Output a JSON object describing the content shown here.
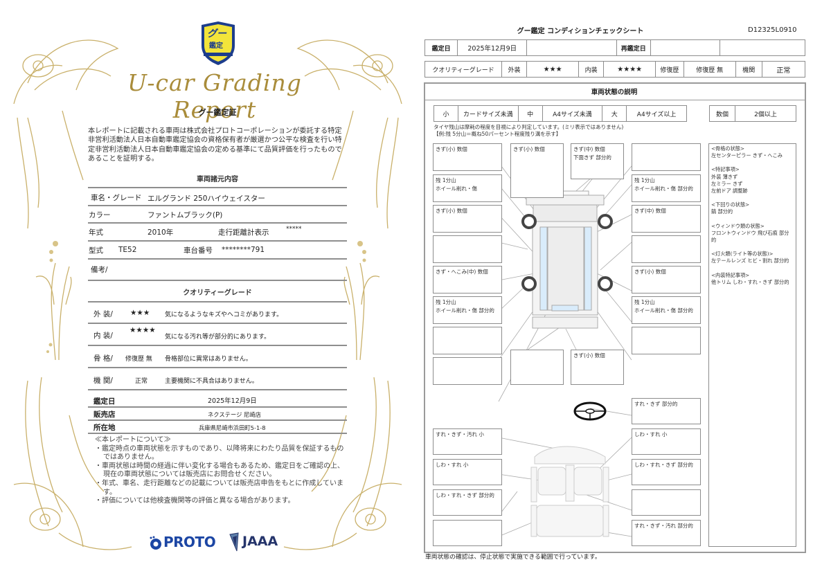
{
  "certificate": {
    "badge": {
      "line1": "グー",
      "line2": "鑑定",
      "color_bg": "#f3e43a",
      "color_border": "#1d3d8c"
    },
    "script_title": "U-car Grading Report",
    "subtitle": "グー鑑定証",
    "intro_text": "本レポートに記載される車両は株式会社プロトコーポレーションが委託する特定非営利活動法人日本自動車鑑定協会の資格保有者が厳選かつ公平な検査を行い特定非営利活動法人日本自動車鑑定協会の定める基準にて品質評価を行ったものであることを証明する。",
    "spec_section_title": "車両諸元内容",
    "specs": {
      "name_grade_label": "車名・グレード",
      "name_grade_value": "エルグランド 250ハイウェイスター",
      "color_label": "カラー",
      "color_value": "ファントムブラック(P)",
      "year_label": "年式",
      "year_value": "2010年",
      "odometer_label": "走行距離計表示",
      "odometer_value": "*****",
      "model_label": "型式",
      "model_value": "TE52",
      "chassis_label": "車台番号",
      "chassis_value": "********791",
      "remarks_label": "備考/"
    },
    "grade_section_title": "クオリティーグレード",
    "grades": [
      {
        "label": "外 装/",
        "value": "★★★",
        "desc": "気になるようなキズやヘコミがあります。"
      },
      {
        "label": "内 装/",
        "value": "★★★★",
        "desc": "気になる汚れ等が部分的にあります。"
      },
      {
        "label": "骨 格/",
        "value": "修復歴 無",
        "desc": "骨格部位に異常はありません。"
      },
      {
        "label": "機 関/",
        "value": "正常",
        "desc": "主要機関に不具合はありません。"
      }
    ],
    "appraisal": {
      "date_label": "鑑定日",
      "date_value": "2025年12月9日",
      "dealer_label": "販売店",
      "dealer_value": "ネクステージ 尼崎店",
      "address_label": "所在地",
      "address_value": "兵庫県尼崎市浜田町5-1-8"
    },
    "notes_title": "≪本レポートについて≫",
    "notes": [
      "・鑑定時点の車両状態を示すものであり、以降将来にわたり品質を保証するものではありません。",
      "・車両状態は時間の経過に伴い変化する場合もあるため、鑑定日をご確認の上、現在の車両状態については販売店にお問合せください。",
      "・年式、車名、走行距離などの記載については販売店申告をもとに作成しています。",
      "・評価については他検査機関等の評価と異なる場合があります。"
    ],
    "logos": {
      "proto": "PROTO",
      "jaaa": "JAAA"
    }
  },
  "sheet": {
    "title": "グー鑑定  コンディションチェックシート",
    "doc_id": "D12325L0910",
    "date_row": {
      "label": "鑑定日",
      "value": "2025年12月9日",
      "reappraisal_label": "再鑑定日",
      "reappraisal_value": ""
    },
    "grade_row": {
      "label": "クオリティーグレード",
      "exterior_label": "外装",
      "exterior_value": "★★★",
      "interior_label": "内装",
      "interior_value": "★★★★",
      "repair_label": "修復歴",
      "repair_value": "修復歴 無",
      "engine_label": "機関",
      "engine_value": "正常"
    },
    "condition_title": "車両状態の説明",
    "size_legend": {
      "small": "小",
      "small_desc": "カードサイズ未満",
      "medium": "中",
      "medium_desc": "A4サイズ未満",
      "large": "大",
      "large_desc": "A4サイズ以上",
      "count": "数個",
      "count_desc": "2個以上"
    },
    "tire_note_1": "タイヤ残山は摩耗の程度を目視により判定しています。(ミリ表示ではありません)",
    "tire_note_2": "【例:残 5分山＝概ね50パーセント程度残り溝を示す】",
    "exterior_boxes": {
      "l1": "きず(小) 数個",
      "t2": "きず(小) 数個",
      "t3a": "きず(中) 数個",
      "t3b": "下面きず 部分的",
      "t4": "",
      "l2a": "残 1分山",
      "l2b": "ホイール削れ・傷",
      "r2a": "残 1分山",
      "r2b": "ホイール削れ・傷 部分的",
      "l3": "きず(小) 数個",
      "r3": "きず(中) 数個",
      "l4": "",
      "r4": "",
      "l5": "きず・へこみ(中) 数個",
      "r5": "きず(小) 数個",
      "l6a": "残 1分山",
      "l6b": "ホイール削れ・傷 部分的",
      "r6a": "残 1分山",
      "r6b": "ホイール削れ・傷 部分的",
      "l7": "",
      "r7": "",
      "l8": "",
      "b2": "",
      "b3": "きず(小) 数個"
    },
    "interior_boxes": {
      "steering": "すれ・きず 部分的",
      "l1": "すれ・きず・汚れ 小",
      "r1": "しわ・すれ 小",
      "l2": "しわ・すれ 小",
      "r2": "しわ・すれ・きず 部分的",
      "l3": "しわ・すれ・きず 部分的",
      "r3": "",
      "l4": "",
      "r4": "すれ・きず・汚れ 部分的"
    },
    "notes": [
      {
        "title": "<骨格の状態>",
        "lines": [
          "左センターピラー きず・へこみ"
        ]
      },
      {
        "title": "<特記事項>",
        "lines": [
          "外装 薄きず",
          "左ミラー きず",
          "左前ドア 調整跡"
        ]
      },
      {
        "title": "<下回りの状態>",
        "lines": [
          "錆 部分的"
        ]
      },
      {
        "title": "<ウィンドウ類の状態>",
        "lines": [
          "フロントウィンドウ 飛び石痕 部分的"
        ]
      },
      {
        "title": "<灯火類(ライト等の状態)>",
        "lines": [
          "左テールレンズ ヒビ・割れ 部分的"
        ]
      },
      {
        "title": "<内装特記事項>",
        "lines": [
          "他トリム しわ・すれ・きず 部分的"
        ]
      }
    ],
    "footer": "車両状態の確認は、停止状態で実施できる範囲で行っています。"
  }
}
